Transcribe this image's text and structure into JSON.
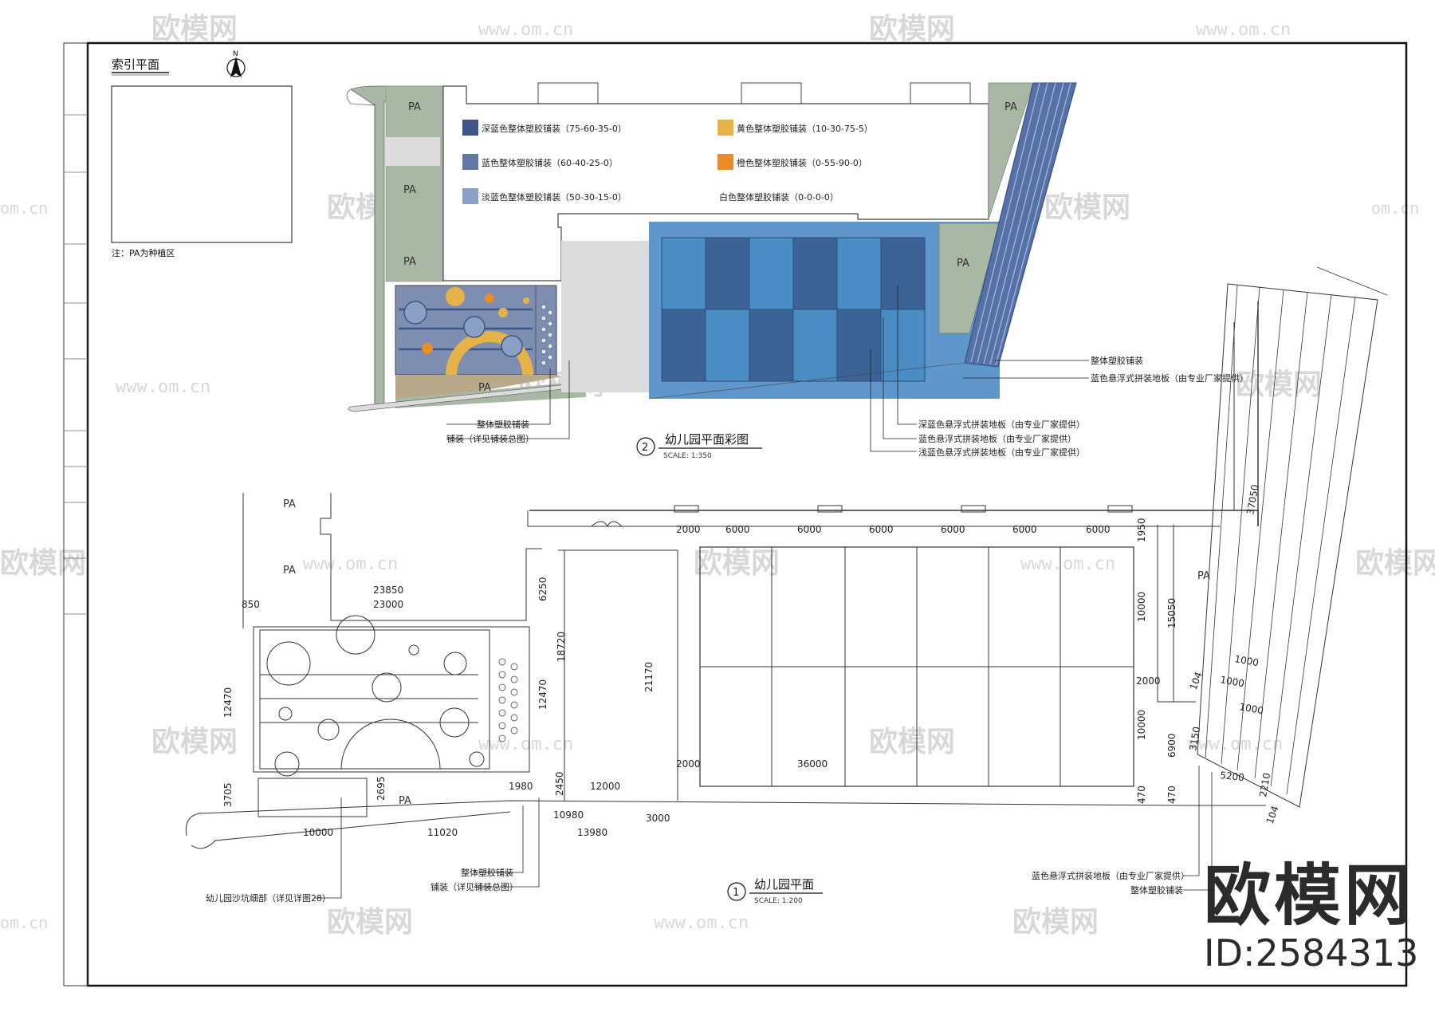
{
  "watermark": {
    "brand": "欧模网",
    "url": "www.om.cn",
    "url_short": "om.cn"
  },
  "index_panel": {
    "title": "索引平面",
    "note": "注：PA为种植区",
    "north": "N"
  },
  "legend": {
    "items": [
      {
        "label": "深蓝色整体塑胶铺装（75-60-35-0）",
        "color": "#3d5687"
      },
      {
        "label": "蓝色整体塑胶铺装（60-40-25-0）",
        "color": "#6079a0"
      },
      {
        "label": "淡蓝色整体塑胶铺装（50-30-15-0）",
        "color": "#8aa0c4"
      },
      {
        "label": "黄色整体塑胶铺装（10-30-75-5）",
        "color": "#e5b34a"
      },
      {
        "label": "橙色整体塑胶铺装（0-55-90-0）",
        "color": "#e98c2b"
      },
      {
        "label": "白色整体塑胶铺装（0-0-0-0）",
        "color": "#ffffff"
      }
    ]
  },
  "colors": {
    "court_dark": "#3c6396",
    "court_light": "#4a8cc4",
    "court_border": "#5f96cc",
    "planting": "#a8b8a4",
    "grey_paving": "#dcdcdc",
    "ramp": "#5670a8"
  },
  "plan_color": {
    "title": "幼儿园平面彩图",
    "number": "2",
    "scale": "SCALE:  1:350",
    "pa_label": "PA",
    "callouts_left": [
      "整体塑胶铺装",
      "铺装（详见铺装总图）"
    ],
    "callouts_right_top": [
      "整体塑胶铺装",
      "蓝色悬浮式拼装地板（由专业厂家提供）"
    ],
    "callouts_right_bottom": [
      "深蓝色悬浮式拼装地板（由专业厂家提供）",
      "蓝色悬浮式拼装地板（由专业厂家提供）",
      "浅蓝色悬浮式拼装地板（由专业厂家提供）"
    ]
  },
  "plan_line": {
    "title": "幼儿园平面",
    "number": "1",
    "scale": "SCALE:  1:200",
    "pa_label": "PA",
    "callouts_left": [
      "整体塑胶铺装",
      "铺装（详见铺装总图）",
      "幼儿园沙坑细部（详见详图28）"
    ],
    "callouts_right": [
      "蓝色悬浮式拼装地板（由专业厂家提供）",
      "整体塑胶铺装"
    ],
    "dims": {
      "top_row": [
        "2000",
        "6000",
        "6000",
        "6000",
        "6000",
        "6000",
        "6000"
      ],
      "d23850": "23850",
      "d23000": "23000",
      "d850": "850",
      "d6250": "6250",
      "d18720": "18720",
      "d21170": "21170",
      "d12470a": "12470",
      "d12470b": "12470",
      "d3705": "3705",
      "d2695": "2695",
      "d1980": "1980",
      "d2450": "2450",
      "d12000": "12000",
      "d10980": "10980",
      "d3000": "3000",
      "d10000a": "10000",
      "d11020": "11020",
      "d13980": "13980",
      "d2000a": "2000",
      "d36000": "36000",
      "d10000b": "10000",
      "d10000c": "10000",
      "d2000b": "2000",
      "d1950": "1950",
      "d15050": "15050",
      "d6900": "6900",
      "d470a": "470",
      "d470b": "470",
      "d37050": "37050",
      "d1000a": "1000",
      "d1000b": "1000",
      "d1000c": "1000",
      "d104a": "104",
      "d3150": "3150",
      "d5200": "5200",
      "d2210": "2210",
      "d104b": "104"
    }
  },
  "logo": {
    "brand": "欧模网",
    "id": "ID:2584313"
  }
}
